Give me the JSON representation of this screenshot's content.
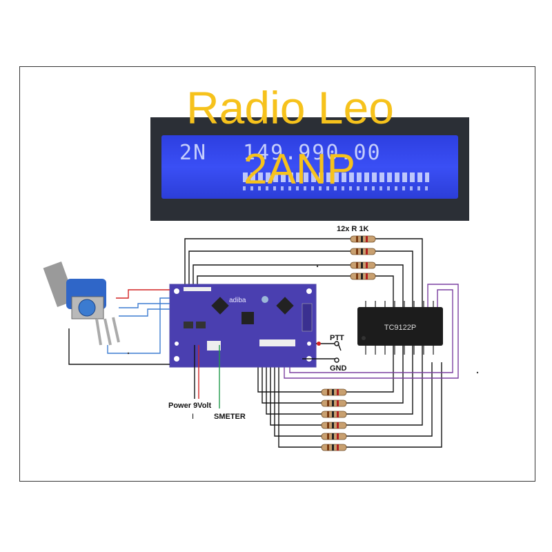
{
  "title": "Radio Leo",
  "subtitle": "2ANP",
  "lcd": {
    "channel": "2N",
    "frequency": "149.990.00"
  },
  "board": {
    "brand": "adiba"
  },
  "ic": {
    "part": "TC9122P"
  },
  "labels": {
    "resistors": "12x R 1K",
    "ptt": "PTT",
    "gnd": "GND",
    "power": "Power 9Volt",
    "smeter": "SMETER",
    "power_mark": "I"
  },
  "colors": {
    "title": "#f6c21c",
    "lcd_blue": "#3a4ff5",
    "pcb": "#4a3fb0",
    "wire_red": "#d22222",
    "wire_green": "#1f9a4a",
    "wire_purple": "#7a3fa0",
    "wire_blue": "#3b7bd0"
  }
}
